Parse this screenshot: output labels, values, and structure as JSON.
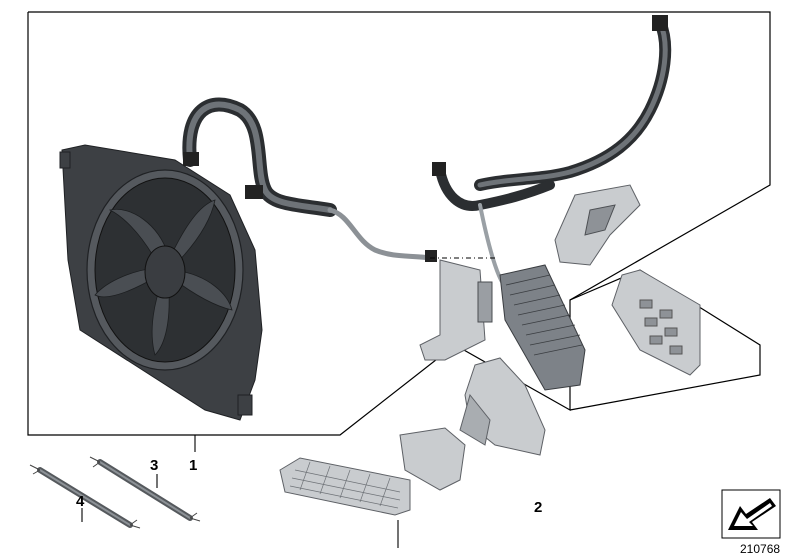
{
  "diagram": {
    "callouts": [
      {
        "id": "callout-1",
        "label": "1"
      },
      {
        "id": "callout-2",
        "label": "2"
      },
      {
        "id": "callout-3",
        "label": "3"
      },
      {
        "id": "callout-4",
        "label": "4"
      }
    ],
    "diagram_id": "210768",
    "icons": [
      "fan-shroud-icon",
      "coolant-hose-icon",
      "oil-cooler-icon",
      "bracket-icon",
      "air-duct-icon",
      "grille-icon",
      "cable-tie-icon",
      "orientation-arrow-icon"
    ]
  }
}
